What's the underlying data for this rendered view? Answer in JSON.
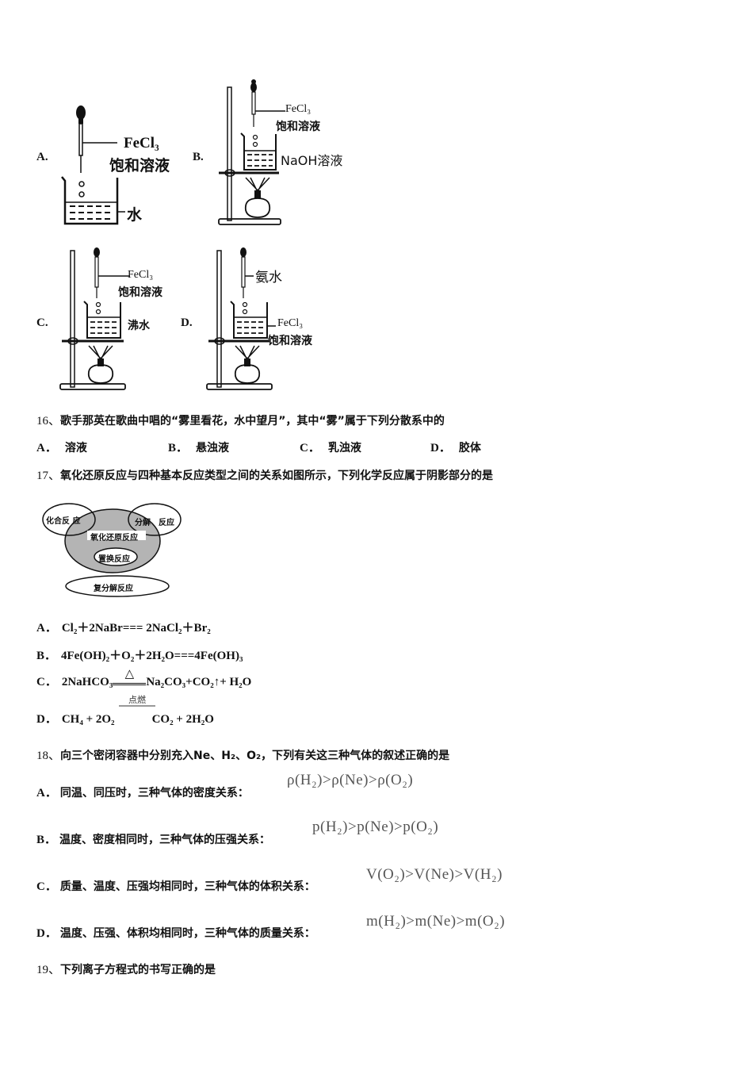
{
  "q15_options": {
    "A": {
      "label": "A.",
      "dropper": "FeCl₃",
      "dropper_sub": "饱和溶液",
      "beaker": "水"
    },
    "B": {
      "label": "B.",
      "dropper": "FeCl₃",
      "dropper_sub": "饱和溶液",
      "beaker": "NaOH溶液"
    },
    "C": {
      "label": "C.",
      "dropper": "FeCl₃",
      "dropper_sub": "饱和溶液",
      "beaker": "沸水"
    },
    "D": {
      "label": "D.",
      "dropper": "氨水",
      "beaker": "FeCl₃",
      "beaker_sub": "饱和溶液"
    }
  },
  "q16": {
    "number": "16、",
    "text": "歌手那英在歌曲中唱的“雾里看花，水中望月”，其中“雾”属于下列分散系中的",
    "options": [
      {
        "label": "A．",
        "text": "溶液"
      },
      {
        "label": "B．",
        "text": "悬浊液"
      },
      {
        "label": "C．",
        "text": "乳浊液"
      },
      {
        "label": "D．",
        "text": "胶体"
      }
    ]
  },
  "q17": {
    "number": "17、",
    "text": "氧化还原反应与四种基本反应类型之间的关系如图所示，下列化学反应属于阴影部分的是",
    "diagram": {
      "combination": "化合反 应",
      "decomposition_left": "分解",
      "decomposition_right": "反应",
      "redox": "氧化还原反应",
      "displacement": "置换反应",
      "double_decomposition": "复分解反应"
    },
    "options": {
      "A": {
        "label": "A．",
        "eq": "Cl₂＋2NaBr=== 2NaCl₂＋Br₂"
      },
      "B": {
        "label": "B．",
        "eq": "4Fe(OH)₂＋O₂＋2H₂O===4Fe(OH)₃"
      },
      "C": {
        "label": "C．",
        "left": "2NaHCO₃",
        "cond": "△",
        "right": "Na₂CO₃+CO₂↑+ H₂O"
      },
      "D": {
        "label": "D．",
        "left": "CH₄ + 2O₂",
        "cond": "点燃",
        "right": "CO₂ + 2H₂O"
      }
    }
  },
  "q18": {
    "number": "18、",
    "text": "向三个密闭容器中分别充入Ne、H₂、O₂，下列有关这三种气体的叙述正确的是",
    "options": [
      {
        "label": "A．",
        "text": "同温、同压时，三种气体的密度关系：",
        "rel": "ρ(H₂)>ρ(Ne)>ρ(O₂)"
      },
      {
        "label": "B．",
        "text": "温度、密度相同时，三种气体的压强关系：",
        "rel": "p(H₂)>p(Ne)>p(O₂)"
      },
      {
        "label": "C．",
        "text": "质量、温度、压强均相同时，三种气体的体积关系：",
        "rel": "V(O₂)>V(Ne)>V(H₂)"
      },
      {
        "label": "D．",
        "text": "温度、压强、体积均相同时，三种气体的质量关系：",
        "rel": "m(H₂)>m(Ne)>m(O₂)"
      }
    ]
  },
  "q19": {
    "number": "19、",
    "text": "下列离子方程式的书写正确的是"
  }
}
